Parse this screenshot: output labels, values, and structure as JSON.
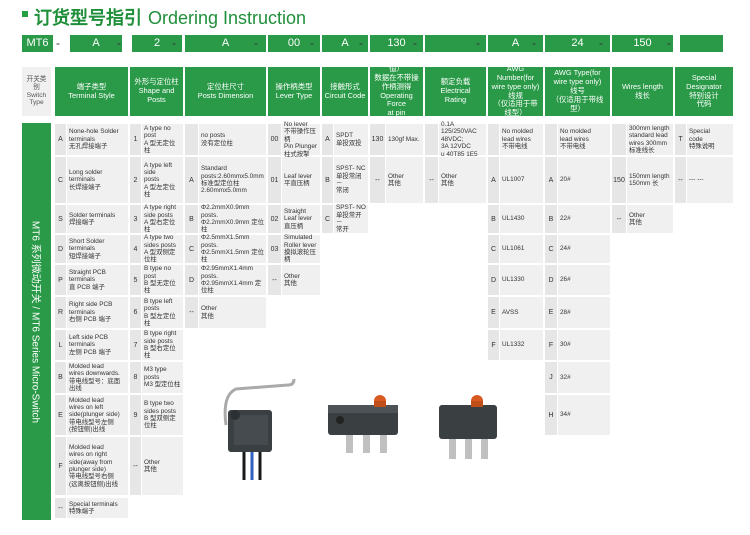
{
  "title": {
    "cn": "订货型号指引",
    "en": "Ordering Instruction"
  },
  "codes": [
    "MT6",
    "A",
    "2",
    "A",
    "00",
    "A",
    "130",
    "",
    "A",
    "24",
    "150",
    ""
  ],
  "header": {
    "left": "开关类别\nSwitch\nType",
    "cols": [
      "端子类型\nTerminal Style",
      "外形与定位柱\nShape and Posts",
      "定位柱尺寸\nPosts Dimension",
      "操作柄类型\nLever Type",
      "接触形式\nCircuit Code",
      "操作力（最大值）\n数据在不带操作柄测得\nOperating Force\nat pin Plunger,Max",
      "额定负载\nElectrical\nRating",
      "AWG Number(for\nwire type only)\n线规\n（仅适用于带线型）",
      "AWG Type(for\nwire type only)\n线号\n（仅适用于带线型）",
      "Wires length\n线长",
      "Special\nDesignator\n特别设计\n代码"
    ]
  },
  "series_label": "MT6 系列微动开关 / MT6 Series Micro-Switch",
  "terminal": [
    {
      "k": "A",
      "t": "None-hole Solder\nterminals\n无孔焊接端子"
    },
    {
      "k": "C",
      "t": "Long solder\nterminals\n长焊接端子"
    },
    {
      "k": "S",
      "t": "Solder terminals\n焊接端子"
    },
    {
      "k": "D",
      "t": "Short Solder\nterminals\n短焊接端子"
    },
    {
      "k": "P",
      "t": "Straight PCB\nterminals\n直 PCB 端子"
    },
    {
      "k": "R",
      "t": "Right side PCB\nterminals\n右侧 PCB 端子"
    },
    {
      "k": "L",
      "t": "Left side PCB\nterminals\n左侧 PCB 端子"
    },
    {
      "k": "B",
      "t": "Molded lead\nwires downwards.\n带电线型号：底面\n出线"
    },
    {
      "k": "E",
      "t": "Molded lead\nwires on left\nside(plunger side)\n带电线型号左侧\n(按钮侧)出线"
    },
    {
      "k": "F",
      "t": "Molded lead\nwires on right\nside(away from\nplunger side)\n带电线型号右侧\n(远离按钮侧)出线"
    },
    {
      "k": "--",
      "t": "Special terminals\n特殊端子"
    }
  ],
  "shape": [
    {
      "k": "1",
      "t": "A type no post\nA 型无定位柱"
    },
    {
      "k": "2",
      "t": "A type left side\nposts\nA 型左定位柱"
    },
    {
      "k": "3",
      "t": "A type right\nside posts\nA 型右定位柱"
    },
    {
      "k": "4",
      "t": "A type two\nsides posts\nA 型双侧定位柱"
    },
    {
      "k": "5",
      "t": "B type no post\nB 型无定位柱"
    },
    {
      "k": "6",
      "t": "B type left\nposts\nB 型左定位柱"
    },
    {
      "k": "7",
      "t": "B type right\nside posts\nB 型右定位柱"
    },
    {
      "k": "8",
      "t": "M3 type posts\nM3 型定位柱"
    },
    {
      "k": "9",
      "t": "B type two\nsides posts\nB 型双侧定位柱"
    },
    {
      "k": "--",
      "t": "Other\n其他"
    }
  ],
  "posts": [
    {
      "k": "",
      "t": "no posts\n没有定位柱"
    },
    {
      "k": "A",
      "t": "Standard\nposts:2.60mmx5.0mm\n标准型定位柱\n2.60mmx5.0mm"
    },
    {
      "k": "B",
      "t": "Φ2.2mmX0.9mm posts.\nΦ2.2mmX0.9mm 定位柱"
    },
    {
      "k": "C",
      "t": "Φ2.5mmX1.5mm posts.\nΦ2.5mmX1.5mm 定位柱"
    },
    {
      "k": "D",
      "t": "Φ2.95mmX1.4mm posts.\nΦ2.95mmX1.4mm 定位柱"
    },
    {
      "k": "--",
      "t": "Other\n其他"
    }
  ],
  "lever": [
    {
      "k": "00",
      "t": "No lever\n不带操作压柄\nPin Plunger\n柱式按掣"
    },
    {
      "k": "01",
      "t": "Leaf lever\n平直压柄"
    },
    {
      "k": "02",
      "t": "Straight\nLeaf lever\n直压柄"
    },
    {
      "k": "03",
      "t": "Simulated\nRoller lever\n摸拟滚轮压柄"
    },
    {
      "k": "--",
      "t": "Other\n其他"
    }
  ],
  "circuit": [
    {
      "k": "A",
      "t": "SPDT\n单投双投"
    },
    {
      "k": "B",
      "t": "SPST- NC\n单投常闭－\n常闭"
    },
    {
      "k": "C",
      "t": "SPST- NO\n单投常开－\n常开"
    }
  ],
  "force": [
    {
      "k": "130",
      "t": "130gf Max."
    },
    {
      "k": "--",
      "t": "Other\n其他"
    }
  ],
  "rating": [
    {
      "k": "",
      "t": "0.1A\n125/250VAC\n48VDC;\n3A 12VDC\nu 40T85 1E5"
    },
    {
      "k": "--",
      "t": "Other\n其他"
    }
  ],
  "awg_num": [
    {
      "k": "",
      "t": "No molded\nlead wires\n不带电线"
    },
    {
      "k": "A",
      "t": "UL1007"
    },
    {
      "k": "B",
      "t": "UL1430"
    },
    {
      "k": "C",
      "t": "UL1061"
    },
    {
      "k": "D",
      "t": "UL1330"
    },
    {
      "k": "E",
      "t": "AVSS"
    },
    {
      "k": "F",
      "t": "UL1332"
    }
  ],
  "awg_type": [
    {
      "k": "",
      "t": "No molded\nlead wires\n不带电线"
    },
    {
      "k": "A",
      "t": "20#"
    },
    {
      "k": "B",
      "t": "22#"
    },
    {
      "k": "C",
      "t": "24#"
    },
    {
      "k": "D",
      "t": "26#"
    },
    {
      "k": "E",
      "t": "28#"
    },
    {
      "k": "F",
      "t": "30#"
    },
    {
      "k": "J",
      "t": "32#"
    },
    {
      "k": "H",
      "t": "34#"
    }
  ],
  "wire_len": [
    {
      "k": "",
      "t": "300mm length\nstandard lead\nwires 300mm\n标准线长"
    },
    {
      "k": "150",
      "t": "150mm length\n150mm 长"
    },
    {
      "k": "--",
      "t": "Other\n其他"
    }
  ],
  "special": [
    {
      "k": "T",
      "t": "Special\ncode\n特殊说明"
    },
    {
      "k": "--",
      "t": "--- ---"
    }
  ],
  "colors": {
    "green": "#2a9a48",
    "cell": "#f0f0f0",
    "letter": "#e6e6e6"
  }
}
